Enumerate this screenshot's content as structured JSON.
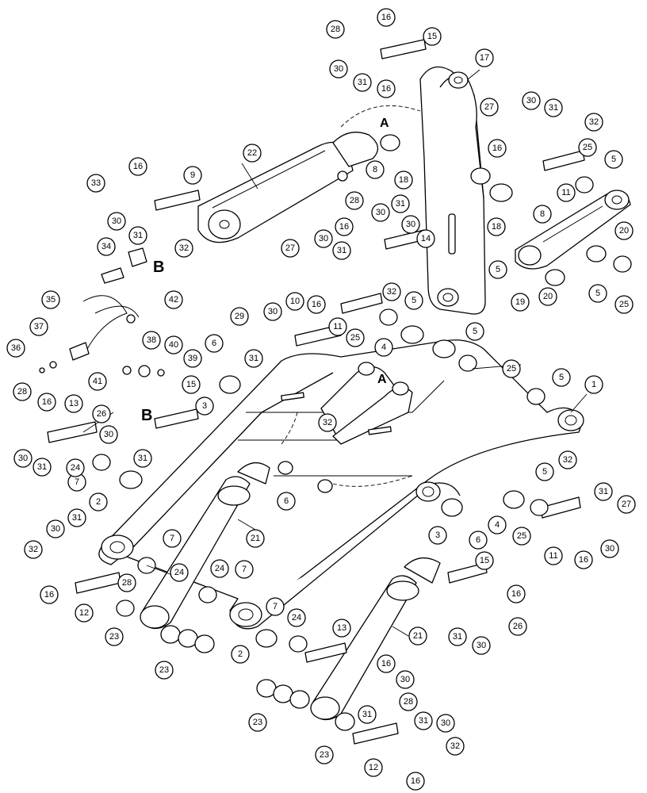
{
  "diagram": {
    "callouts": [
      "1",
      "2",
      "3",
      "4",
      "5",
      "6",
      "7",
      "8",
      "9",
      "10",
      "11",
      "12",
      "13",
      "14",
      "15",
      "16",
      "17",
      "18",
      "19",
      "20",
      "21",
      "22",
      "23",
      "24",
      "25",
      "26",
      "27",
      "28",
      "29",
      "30",
      "31",
      "32",
      "33",
      "34",
      "35",
      "36",
      "37",
      "38",
      "39",
      "40",
      "41",
      "42"
    ],
    "reference_letters": [
      "A",
      "B"
    ]
  }
}
